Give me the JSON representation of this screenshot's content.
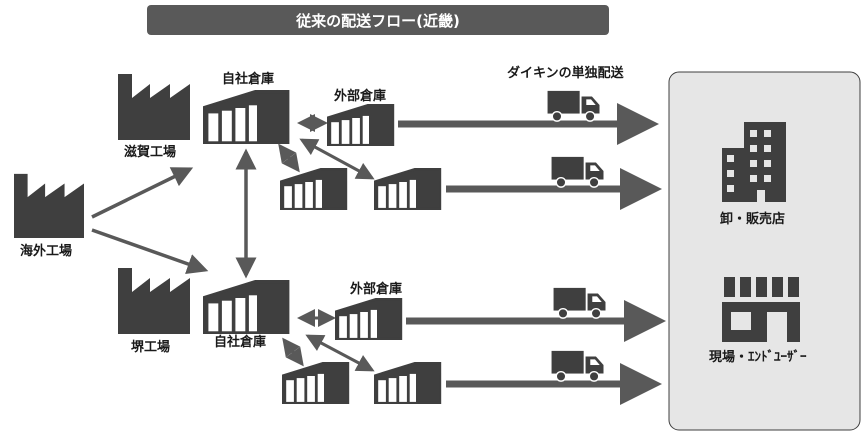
{
  "title": "従来の配送フロー(近畿)",
  "labels": {
    "overseas_factory": "海外工場",
    "shiga_factory": "滋賀工場",
    "sakai_factory": "堺工場",
    "own_warehouse": "自社倉庫",
    "external_warehouse": "外部倉庫",
    "daikin_delivery": "ダイキンの単独配送",
    "wholesale": "卸・販売店",
    "site_enduser": "現場・ｴﾝﾄﾞﾕｰｻﾞｰ"
  },
  "colors": {
    "dark": "#3f3f3f",
    "arrow": "#595959",
    "title_bg": "#595959",
    "dest_panel": "#e6e6e6"
  },
  "icons": [
    "factory-icon",
    "warehouse-icon",
    "truck-icon",
    "office-building-icon",
    "shop-building-icon"
  ]
}
